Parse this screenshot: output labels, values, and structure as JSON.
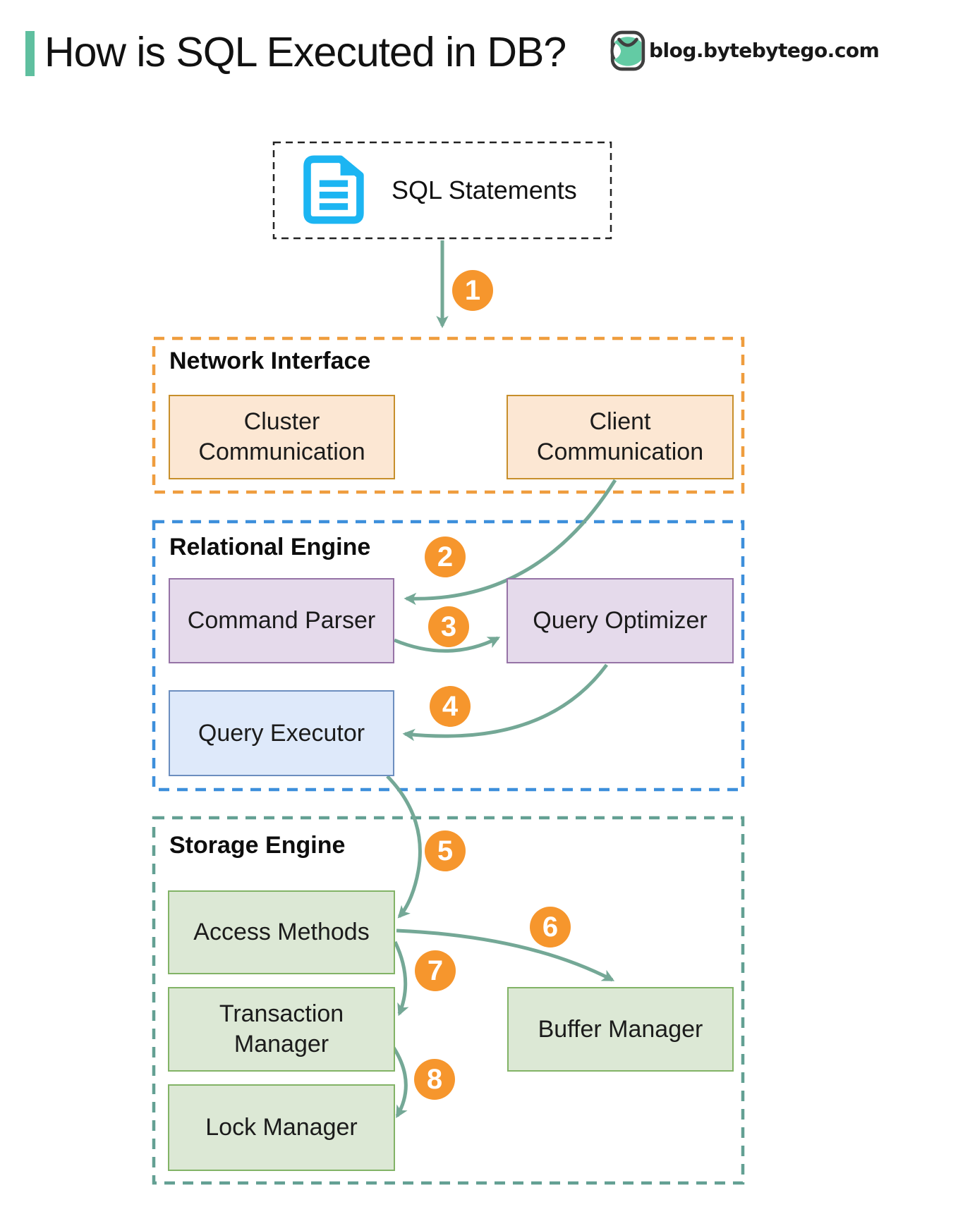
{
  "header": {
    "title": "How is SQL Executed in DB?",
    "brand": "blog.bytebytego.com"
  },
  "source_box": {
    "label": "SQL Statements"
  },
  "sections": {
    "network": {
      "label": "Network Interface",
      "boxes": {
        "cluster": {
          "label": "Cluster Communication"
        },
        "client": {
          "label": "Client Communication"
        }
      }
    },
    "relational": {
      "label": "Relational Engine",
      "boxes": {
        "parser": {
          "label": "Command Parser"
        },
        "optimizer": {
          "label": "Query Optimizer"
        },
        "executor": {
          "label": "Query Executor"
        }
      }
    },
    "storage": {
      "label": "Storage Engine",
      "boxes": {
        "access": {
          "label": "Access Methods"
        },
        "transaction": {
          "label": "Transaction Manager"
        },
        "lock": {
          "label": "Lock Manager"
        },
        "buffer": {
          "label": "Buffer Manager"
        }
      }
    }
  },
  "steps": {
    "s1": "1",
    "s2": "2",
    "s3": "3",
    "s4": "4",
    "s5": "5",
    "s6": "6",
    "s7": "7",
    "s8": "8"
  },
  "colors": {
    "accent_bar": "#5FBF9F",
    "arrow": "#74A896",
    "badge": "#F6962D",
    "network_border": "#EF9D3E",
    "relational_border": "#3D8FDB",
    "storage_border": "#63A093",
    "sql_box_border": "#222222",
    "peach_fill": "#FCE7D3",
    "peach_stroke": "#C78F2B",
    "purple_fill": "#E5DAEB",
    "purple_stroke": "#9673A6",
    "blue_fill": "#DEE9FA",
    "blue_stroke": "#6C8EBF",
    "green_fill": "#DCE8D5",
    "green_stroke": "#82B366",
    "doc_icon": "#1CB5F2",
    "logo_dark": "#3F3F3F",
    "logo_green": "#63CBA4"
  }
}
